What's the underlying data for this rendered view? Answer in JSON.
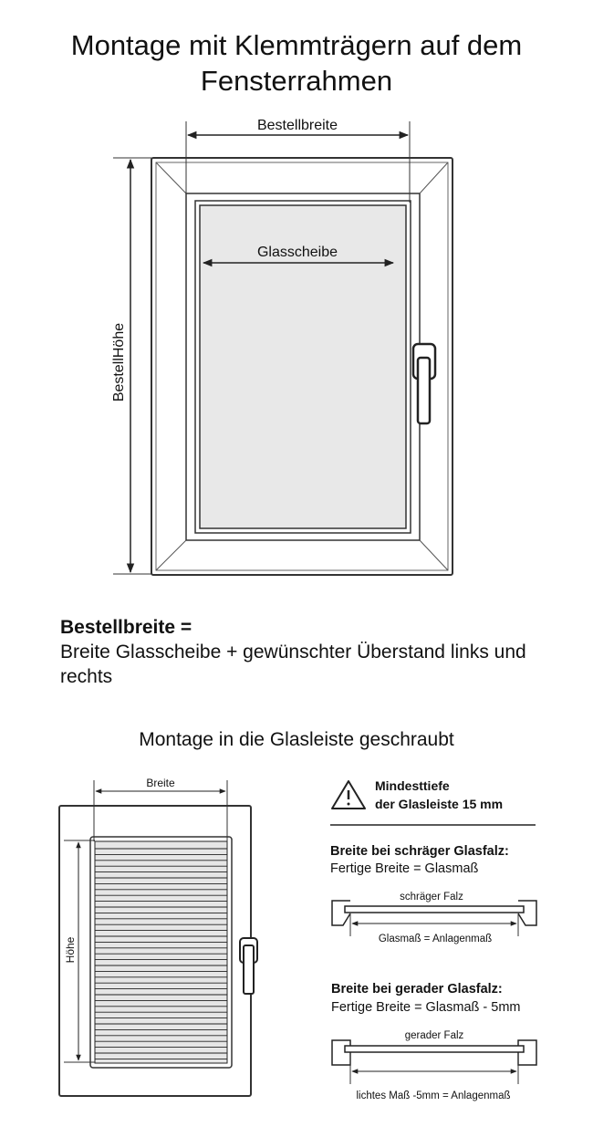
{
  "title": "Montage mit Klemmträgern auf dem Fensterrahmen",
  "top_diagram": {
    "order_width_label": "Bestellbreite",
    "glass_label": "Glasscheibe",
    "order_height_label": "BestellHöhe"
  },
  "formula": {
    "heading": "Bestellbreite =",
    "text": "Breite Glasscheibe + gewünschter Überstand links und rechts"
  },
  "subtitle": "Montage in die Glasleiste geschraubt",
  "bottom_diagram": {
    "width_label": "Breite",
    "height_label": "Höhe"
  },
  "notes": {
    "warning_icon": "warning-triangle-icon",
    "warning_line1": "Mindesttiefe",
    "warning_line2": "der Glasleiste 15 mm",
    "slanted_heading": "Breite bei schräger Glasfalz:",
    "slanted_text": "Fertige Breite = Glasmaß",
    "slanted_diagram_label": "schräger Falz",
    "slanted_measure_label": "Glasmaß = Anlagenmaß",
    "straight_heading": "Breite bei gerader Glasfalz:",
    "straight_text": "Fertige Breite = Glasmaß - 5mm",
    "straight_diagram_label": "gerader Falz",
    "straight_measure_label": "lichtes Maß -5mm = Anlagenmaß"
  }
}
